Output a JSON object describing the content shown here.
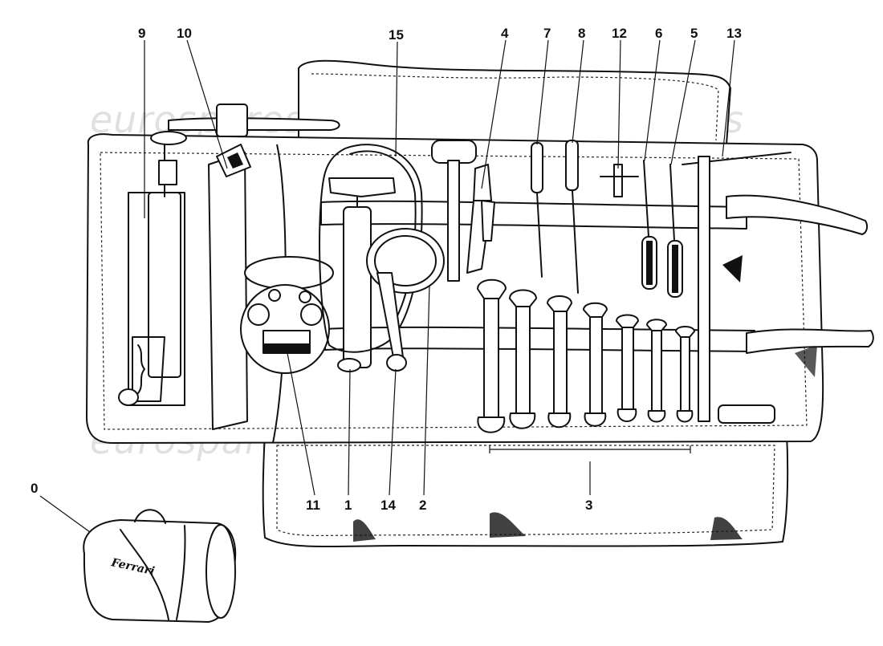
{
  "watermark": "eurospares",
  "bag_brand": "Ferrari",
  "callouts": [
    {
      "id": "0",
      "label": "0"
    },
    {
      "id": "1",
      "label": "1"
    },
    {
      "id": "2",
      "label": "2"
    },
    {
      "id": "3",
      "label": "3"
    },
    {
      "id": "4",
      "label": "4"
    },
    {
      "id": "5",
      "label": "5"
    },
    {
      "id": "6",
      "label": "6"
    },
    {
      "id": "7",
      "label": "7"
    },
    {
      "id": "8",
      "label": "8"
    },
    {
      "id": "9",
      "label": "9"
    },
    {
      "id": "10",
      "label": "10"
    },
    {
      "id": "11",
      "label": "11"
    },
    {
      "id": "12",
      "label": "12"
    },
    {
      "id": "13",
      "label": "13"
    },
    {
      "id": "14",
      "label": "14"
    },
    {
      "id": "15",
      "label": "15"
    }
  ]
}
